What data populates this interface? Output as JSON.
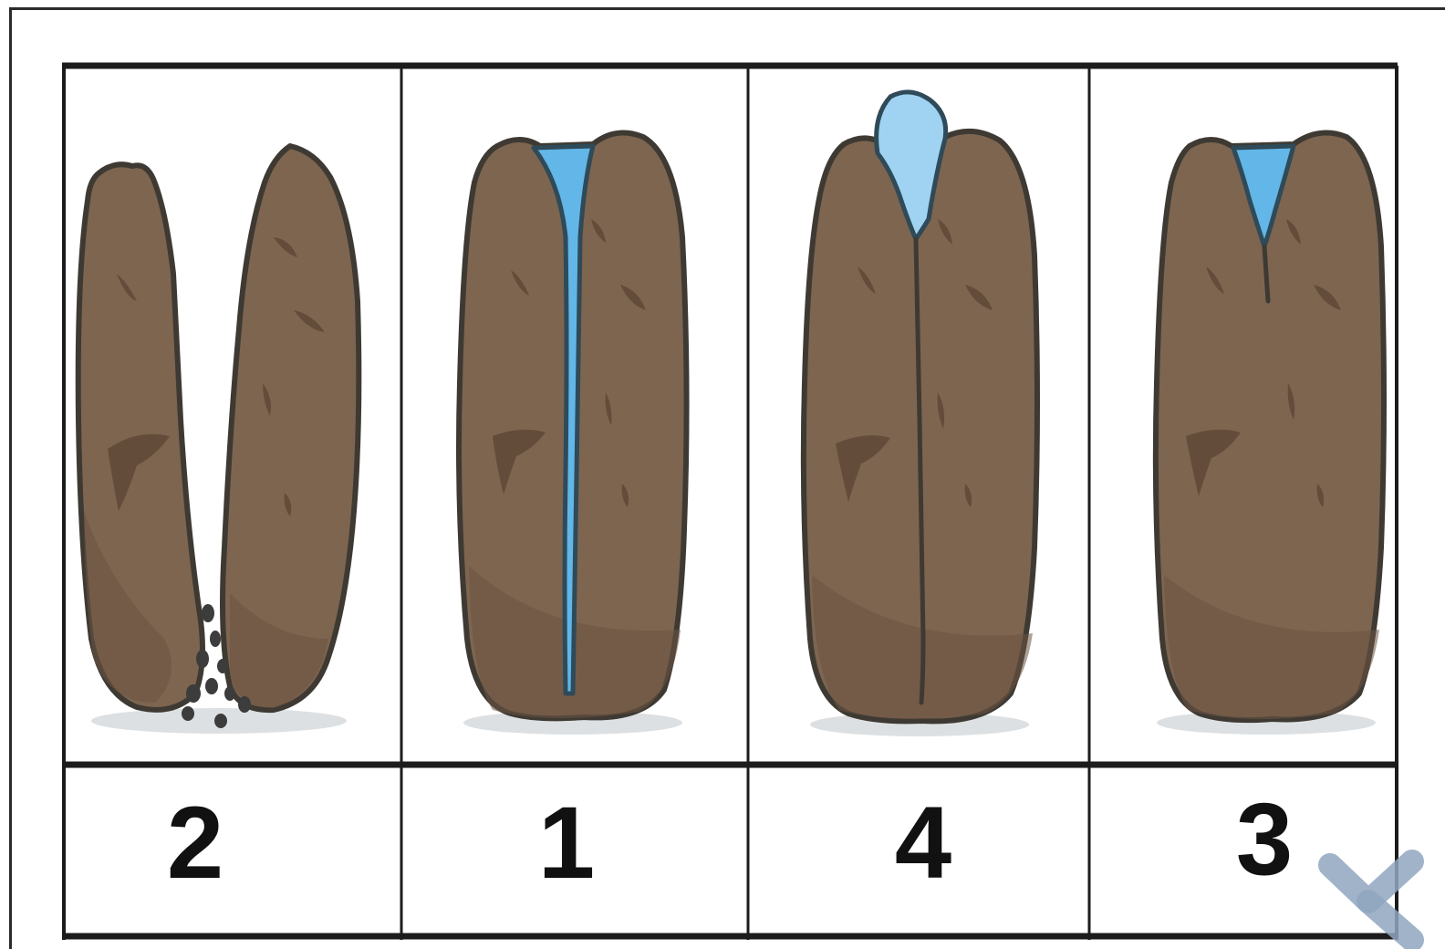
{
  "panels": [
    {
      "id": "panel-a",
      "label": "2",
      "stage": "rock-split-apart"
    },
    {
      "id": "panel-b",
      "label": "1",
      "stage": "water-in-crack"
    },
    {
      "id": "panel-c",
      "label": "4",
      "stage": "ice-expanding-in-crack"
    },
    {
      "id": "panel-d",
      "label": "3",
      "stage": "water-filling-top-of-crack"
    }
  ],
  "colors": {
    "rock": "#7d6550",
    "rock_outline": "#3e3a33",
    "water": "#62b6e8",
    "ice": "#9fd3f1",
    "grid": "#1c1c1c"
  },
  "icons": {
    "corner_watermark": "checkmark-watermark-icon"
  }
}
